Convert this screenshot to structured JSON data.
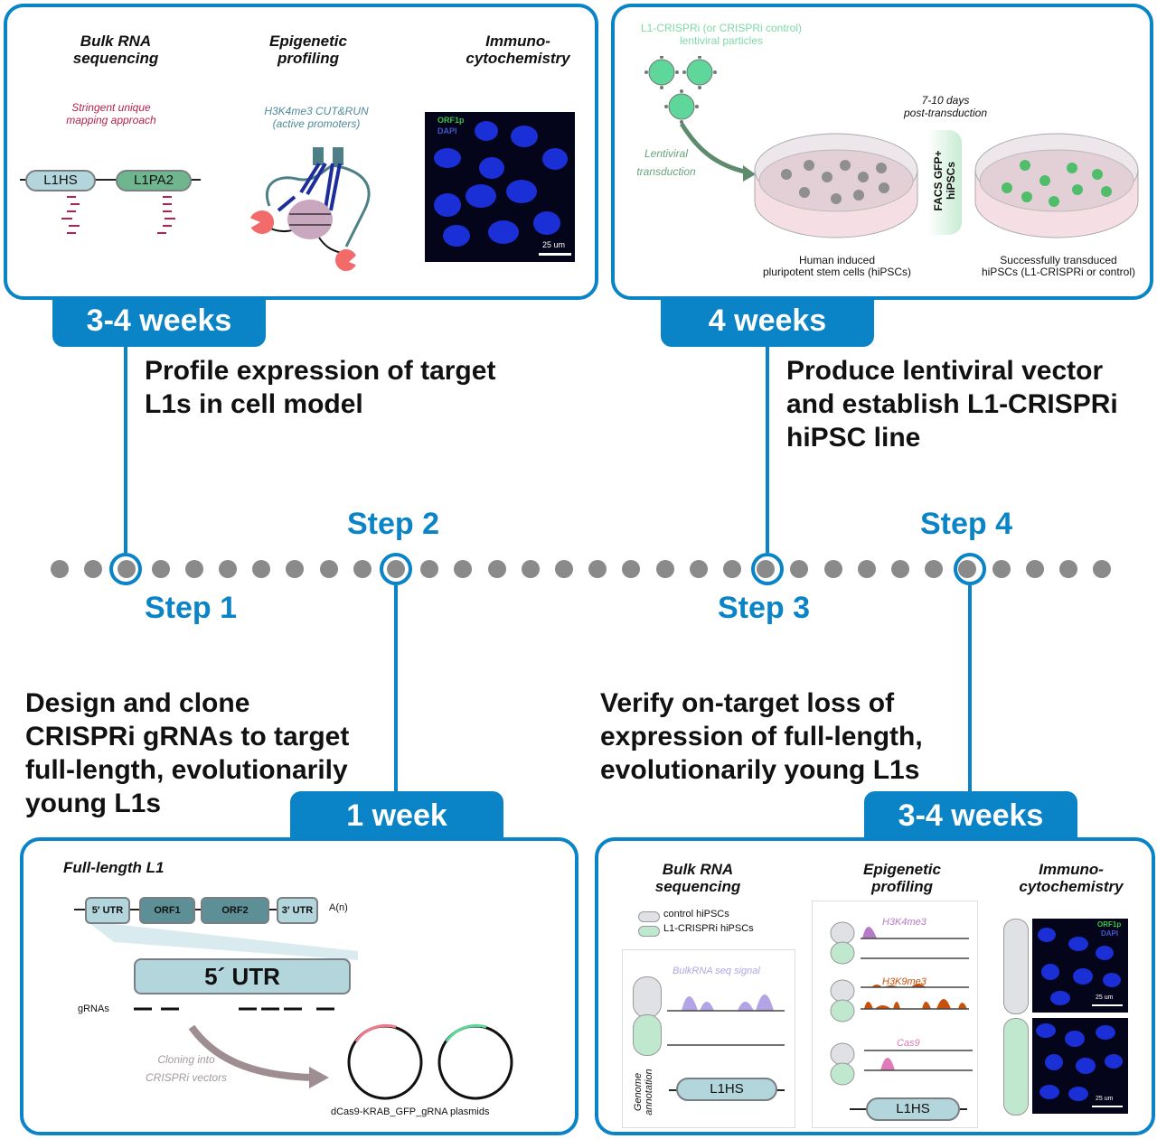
{
  "colors": {
    "accent": "#0a84c6",
    "dot": "#8a8a8a",
    "mapping_red": "#b5214a",
    "teal_text": "#4e8a9a",
    "virus_green": "#5fd69a",
    "bulk_signal": "#b3a4e6",
    "h3k4me3": "#b57bc9",
    "h3k9me3": "#c8500a",
    "cas9": "#e07ab8",
    "control_gray": "#dfe1e4",
    "crispri_green": "#bfe8cf",
    "l1hs_fill": "#b3d5dc",
    "l1pa2_fill": "#6fb68f",
    "orf_fill": "#5d8f96"
  },
  "steps": [
    {
      "label": "Step 1",
      "duration": "3-4 weeks",
      "description_lines": [
        "Profile expression of target",
        "L1s in cell model"
      ],
      "panel": {
        "sections": [
          {
            "title_lines": [
              "Bulk RNA",
              "sequencing"
            ],
            "subtitle_lines": [
              "Stringent unique",
              "mapping approach"
            ],
            "elements": [
              "L1HS",
              "L1PA2"
            ]
          },
          {
            "title_lines": [
              "Epigenetic",
              "profiling"
            ],
            "subtitle_lines": [
              "H3K4me3 CUT&RUN",
              "(active promoters)"
            ]
          },
          {
            "title_lines": [
              "Immuno-",
              "cytochemistry"
            ],
            "image_labels": [
              "ORF1p",
              "DAPI"
            ],
            "scale": "25 um"
          }
        ]
      }
    },
    {
      "label": "Step 2",
      "duration": "1 week",
      "description_lines": [
        "Design and clone",
        "CRISPRi gRNAs to target",
        "full-length, evolutionarily",
        "young L1s"
      ],
      "panel": {
        "title": "Full-length L1",
        "segments": [
          "5′ UTR",
          "ORF1",
          "ORF2",
          "3′ UTR"
        ],
        "polya": "A(n)",
        "zoom_label": "5´ UTR",
        "grna_label": "gRNAs",
        "arrow_label_lines": [
          "Cloning into",
          "CRISPRi vectors"
        ],
        "plasmids_label": "dCas9-KRAB_GFP_gRNA plasmids"
      }
    },
    {
      "label": "Step 3",
      "duration": "4 weeks",
      "description_lines": [
        "Produce lentiviral vector",
        "and establish L1-CRISPRi",
        "hiPSC line"
      ],
      "panel": {
        "particles_lines": [
          "L1-CRISPRi (or CRISPRi control)",
          "lentiviral particles"
        ],
        "transduction_lines": [
          "Lentiviral",
          "transduction"
        ],
        "timing_lines": [
          "7-10 days",
          "post-transduction"
        ],
        "sort_lines": [
          "FACS GFP+",
          "hiPSCs"
        ],
        "dish1_lines": [
          "Human induced",
          "pluripotent stem cells (hiPSCs)"
        ],
        "dish2_lines": [
          "Successfully transduced",
          "hiPSCs (L1-CRISPRi or control)"
        ]
      }
    },
    {
      "label": "Step 4",
      "duration": "3-4 weeks",
      "description_lines": [
        "Verify on-target loss of",
        "expression of full-length,",
        "evolutionarily young L1s"
      ],
      "panel": {
        "sections": [
          {
            "title_lines": [
              "Bulk RNA",
              "sequencing"
            ],
            "legend": [
              "control hiPSCs",
              "L1-CRISPRi hiPSCs"
            ],
            "signal_label": "BulkRNA seq signal",
            "annotation_lines": [
              "Genome",
              "annotation"
            ],
            "element": "L1HS"
          },
          {
            "title_lines": [
              "Epigenetic",
              "profiling"
            ],
            "tracks": [
              "H3K4me3",
              "H3K9me3",
              "Cas9"
            ],
            "element": "L1HS"
          },
          {
            "title_lines": [
              "Immuno-",
              "cytochemistry"
            ],
            "image_labels": [
              "ORF1p",
              "DAPI"
            ],
            "scale": "25 um"
          }
        ]
      }
    }
  ]
}
